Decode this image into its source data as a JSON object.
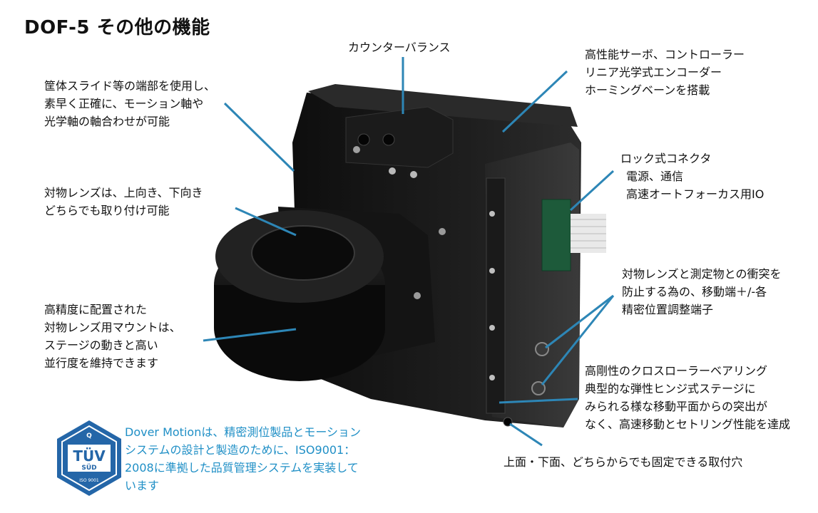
{
  "page_title": "DOF-5 その他の機能",
  "annotations": {
    "counterbalance": [
      "カウンターバランス"
    ],
    "servo": [
      "高性能サーボ、コントローラー",
      "リニア光学式エンコーダー",
      "ホーミングベーンを搭載"
    ],
    "housing": [
      "筐体スライド等の端部を使用し、",
      "素早く正確に、モーション軸や",
      "光学軸の軸合わせが可能"
    ],
    "lens_direction": [
      "対物レンズは、上向き、下向き",
      "どちらでも取り付け可能"
    ],
    "connector": [
      "ロック式コネクタ",
      " 電源、通信",
      " 高速オートフォーカス用IO"
    ],
    "collision": [
      "対物レンズと測定物との衝突を",
      "防止する為の、移動端＋/-各",
      "精密位置調整端子"
    ],
    "mount": [
      "高精度に配置された",
      "対物レンズ用マウントは、",
      "ステージの動きと高い",
      "並行度を維持できます"
    ],
    "bearing": [
      "高剛性のクロスローラーベアリング",
      "典型的な弾性ヒンジ式ステージに",
      "みられる様な移動平面からの突出が",
      "なく、高速移動とセトリング性能を達成"
    ],
    "mounting_holes": [
      "上面・下面、どちらからでも固定できる取付穴"
    ]
  },
  "certification": {
    "text": [
      "Dover Motionは、精密測位製品とモーション",
      "システムの設計と製造のために、ISO9001：",
      "2008に準拠した品質管理システムを実装して",
      "います"
    ],
    "logo_main": "TÜV",
    "logo_sub": "SÜD",
    "logo_q": "Q",
    "logo_iso": "ISO 9001"
  },
  "colors": {
    "leader": "#2d86b6",
    "cert_text": "#1f8fc6",
    "logo_blue": "#2466a8",
    "device_body": "#141414"
  }
}
